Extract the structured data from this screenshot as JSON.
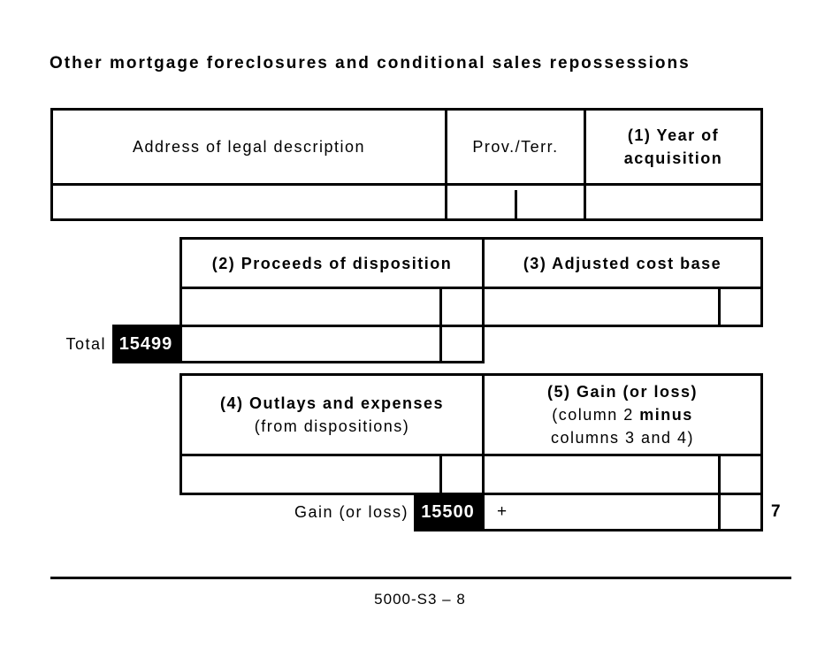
{
  "title": "Other mortgage foreclosures and conditional sales repossessions",
  "table1": {
    "address_header": "Address of legal description",
    "prov_header": "Prov./Terr.",
    "year_header": "(1) Year of\nacquisition"
  },
  "table2": {
    "proceeds_header": "(2) Proceeds of disposition",
    "acb_header": "(3) Adjusted cost base",
    "total_label": "Total",
    "total_code": "15499"
  },
  "table3": {
    "outlays_header": "(4) Outlays and expenses",
    "outlays_sub": "(from dispositions)",
    "gain_header_line1": "(5) Gain (or loss)",
    "gain_header_line2_pre": "(column 2 ",
    "gain_header_line2_bold": "minus",
    "gain_header_line3": "columns 3 and 4)",
    "gain_label": "Gain (or loss)",
    "gain_code": "15500",
    "plus": "+",
    "line_ref": "7"
  },
  "footer": "5000-S3 – 8"
}
